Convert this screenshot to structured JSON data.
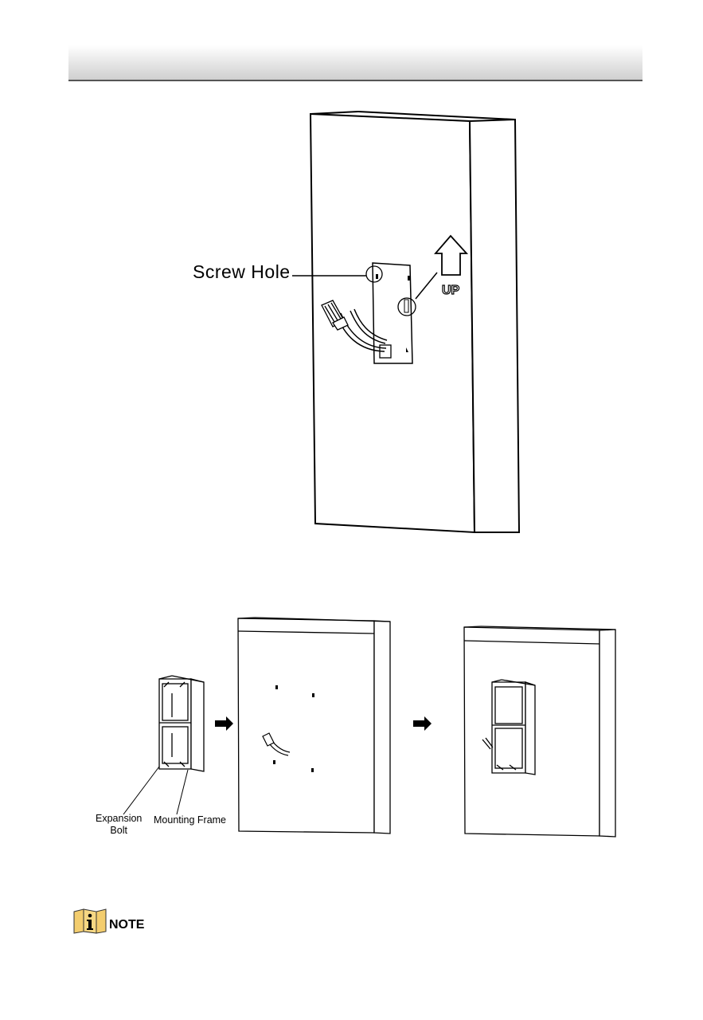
{
  "figure1": {
    "screw_hole_label": "Screw Hole",
    "up_label": "UP"
  },
  "figure2": {
    "expansion_bolt_label_line1": "Expansion",
    "expansion_bolt_label_line2": "Bolt",
    "mounting_frame_label": "Mounting Frame"
  },
  "note": {
    "label": "NOTE",
    "icon": "info-note-icon",
    "icon_color": "#f3cd6e"
  }
}
